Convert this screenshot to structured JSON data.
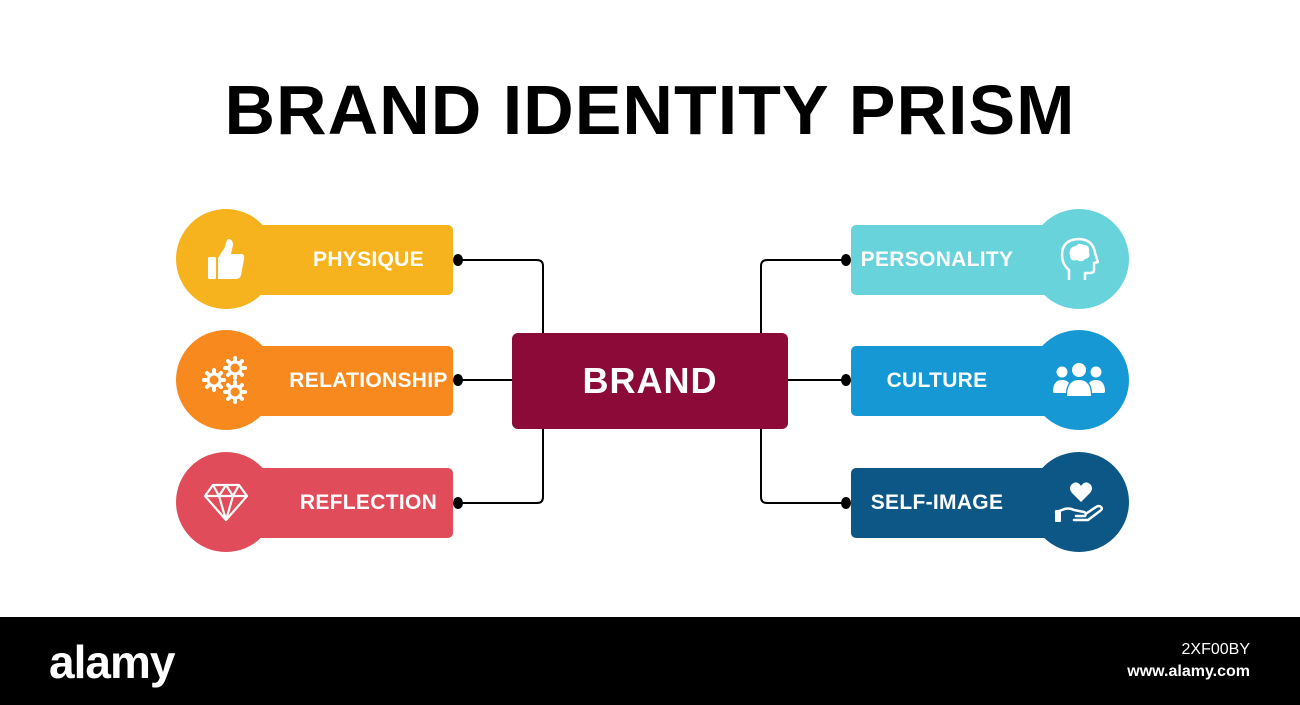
{
  "title": "BRAND IDENTITY PRISM",
  "center": {
    "label": "BRAND",
    "color": "#8b0a37"
  },
  "left_items": [
    {
      "label": "PHYSIQUE",
      "icon": "thumbs-up-icon",
      "color": "#f7b31e"
    },
    {
      "label": "RELATIONSHIP",
      "icon": "gears-icon",
      "color": "#f7891f"
    },
    {
      "label": "REFLECTION",
      "icon": "diamond-icon",
      "color": "#e14c5a"
    }
  ],
  "right_items": [
    {
      "label": "PERSONALITY",
      "icon": "head-brain-icon",
      "color": "#69d3dc"
    },
    {
      "label": "CULTURE",
      "icon": "group-icon",
      "color": "#1598d3"
    },
    {
      "label": "SELF-IMAGE",
      "icon": "hand-heart-icon",
      "color": "#0d5786"
    }
  ],
  "footer": {
    "logo": "alamy",
    "image_code": "2XF00BY",
    "url": "www.alamy.com"
  }
}
